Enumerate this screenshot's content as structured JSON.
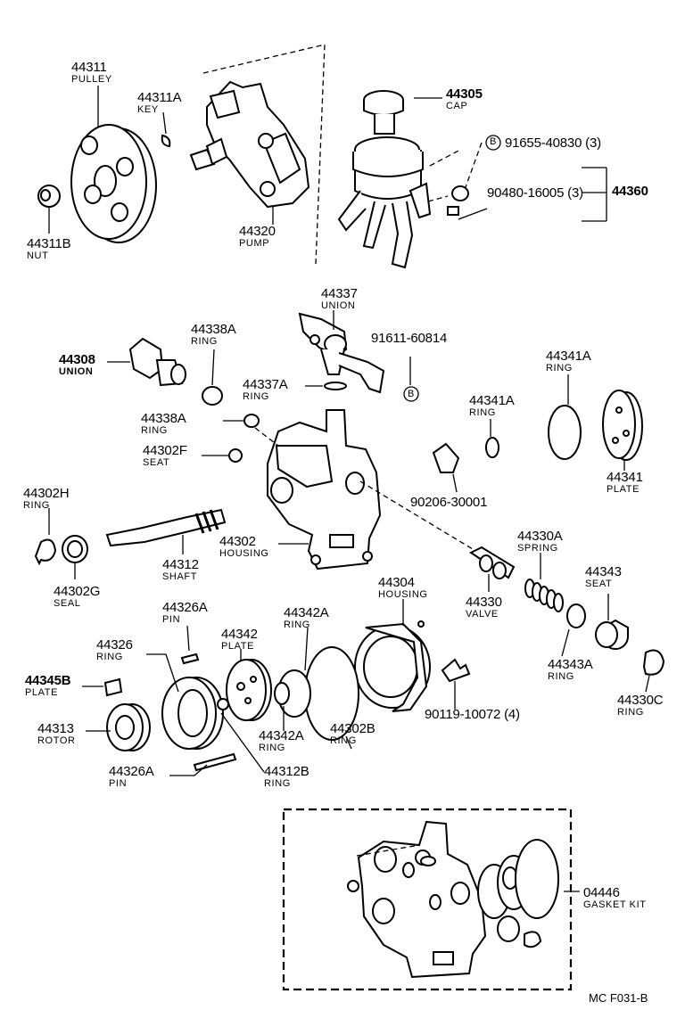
{
  "parts": [
    {
      "number": "44311",
      "name": "PULLEY"
    },
    {
      "number": "44311A",
      "name": "KEY"
    },
    {
      "number": "44311B",
      "name": "NUT"
    },
    {
      "number": "44320",
      "name": "PUMP"
    },
    {
      "number": "44305",
      "name": "CAP"
    },
    {
      "number": "91655-40830 (3)",
      "name": ""
    },
    {
      "number": "90480-16005 (3)",
      "name": ""
    },
    {
      "number": "44360",
      "name": ""
    },
    {
      "number": "44337",
      "name": "UNION"
    },
    {
      "number": "44338A",
      "name": "RING"
    },
    {
      "number": "44308",
      "name": "UNION"
    },
    {
      "number": "44337A",
      "name": "RING"
    },
    {
      "number": "91611-60814",
      "name": ""
    },
    {
      "number": "44341A",
      "name": "RING"
    },
    {
      "number": "44341A",
      "name": "RING"
    },
    {
      "number": "44338A",
      "name": "RING"
    },
    {
      "number": "44302F",
      "name": "SEAT"
    },
    {
      "number": "44341",
      "name": "PLATE"
    },
    {
      "number": "44302H",
      "name": "RING"
    },
    {
      "number": "90206-30001",
      "name": ""
    },
    {
      "number": "44330A",
      "name": "SPRING"
    },
    {
      "number": "44302",
      "name": "HOUSING"
    },
    {
      "number": "44312",
      "name": "SHAFT"
    },
    {
      "number": "44343",
      "name": "SEAT"
    },
    {
      "number": "44302G",
      "name": "SEAL"
    },
    {
      "number": "44304",
      "name": "HOUSING"
    },
    {
      "number": "44330",
      "name": "VALVE"
    },
    {
      "number": "44326A",
      "name": "PIN"
    },
    {
      "number": "44342A",
      "name": "RING"
    },
    {
      "number": "44342",
      "name": "PLATE"
    },
    {
      "number": "44326",
      "name": "RING"
    },
    {
      "number": "44343A",
      "name": "RING"
    },
    {
      "number": "44345B",
      "name": "PLATE"
    },
    {
      "number": "44330C",
      "name": "RING"
    },
    {
      "number": "90119-10072 (4)",
      "name": ""
    },
    {
      "number": "44313",
      "name": "ROTOR"
    },
    {
      "number": "44342A",
      "name": "RING"
    },
    {
      "number": "44302B",
      "name": "RING"
    },
    {
      "number": "44326A",
      "name": "PIN"
    },
    {
      "number": "44312B",
      "name": "RING"
    },
    {
      "number": "04446",
      "name": "GASKET KIT"
    }
  ],
  "ref_mark": "B",
  "figure_code": "MC  F031-B"
}
